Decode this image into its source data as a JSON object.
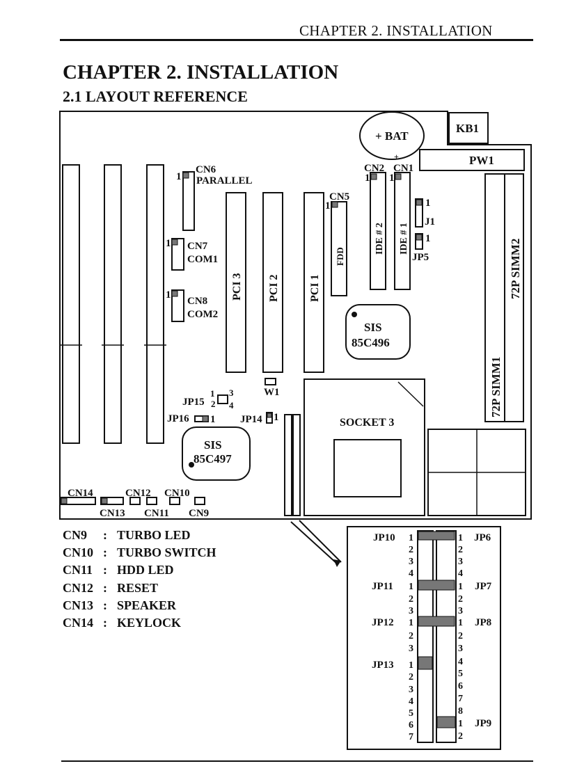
{
  "header": {
    "running_title": "CHAPTER 2. INSTALLATION"
  },
  "page": {
    "title": "CHAPTER 2. INSTALLATION",
    "section_title": "2.1 LAYOUT REFERENCE"
  },
  "board": {
    "battery": "+ BAT",
    "battery_plus": "+",
    "keyboard": "KB1",
    "power": "PW1",
    "pin_one": "1",
    "cn6": "CN6",
    "parallel": "PARALLEL",
    "cn7": "CN7",
    "com1": "COM1",
    "cn8": "CN8",
    "com2": "COM2",
    "pci3": "PCI 3",
    "pci2": "PCI 2",
    "pci1": "PCI 1",
    "cn5": "CN5",
    "fdd": "FDD",
    "cn2": "CN2",
    "cn1": "CN1",
    "ide2": "IDE # 2",
    "ide1": "IDE # 1",
    "j1": "J1",
    "jp5": "JP5",
    "simm1": "72P SIMM1",
    "simm2": "72P SIMM2",
    "sis496_a": "SIS",
    "sis496_b": "85C496",
    "sis497_a": "SIS",
    "sis497_b": "85C497",
    "w1": "W1",
    "jp15": "JP15",
    "jp15_pins": [
      "1",
      "3",
      "2",
      "4"
    ],
    "jp16": "JP16",
    "jp14": "JP14",
    "socket": "SOCKET 3",
    "cn14": "CN14",
    "cn13": "CN13",
    "cn12": "CN12",
    "cn11": "CN11",
    "cn10": "CN10",
    "cn9": "CN9"
  },
  "legend": [
    {
      "code": "CN9",
      "label": "TURBO LED"
    },
    {
      "code": "CN10",
      "label": "TURBO SWITCH"
    },
    {
      "code": "CN11",
      "label": "HDD LED"
    },
    {
      "code": "CN12",
      "label": "RESET"
    },
    {
      "code": "CN13",
      "label": "SPEAKER"
    },
    {
      "code": "CN14",
      "label": "KEYLOCK"
    }
  ],
  "detail": {
    "jp10": "JP10",
    "jp6": "JP6",
    "jp11": "JP11",
    "jp7": "JP7",
    "jp12": "JP12",
    "jp8": "JP8",
    "jp13": "JP13",
    "jp9": "JP9",
    "jp10_pins": [
      "1",
      "2",
      "3",
      "4"
    ],
    "jp6_pins": [
      "1",
      "2",
      "3",
      "4"
    ],
    "jp11_pins": [
      "1",
      "2",
      "3"
    ],
    "jp7_pins": [
      "1",
      "2",
      "3"
    ],
    "jp12_pins": [
      "1",
      "2",
      "3"
    ],
    "jp8_pins": [
      "1",
      "2",
      "3"
    ],
    "jp13_pins": [
      "1",
      "2",
      "3",
      "4",
      "5",
      "6",
      "7"
    ],
    "right_lower_pins": [
      "4",
      "5",
      "6",
      "7",
      "8"
    ],
    "jp9_pins": [
      "1",
      "2"
    ]
  },
  "colors": {
    "ink": "#111111",
    "jumper_fill": "#777777",
    "paper": "#ffffff"
  }
}
